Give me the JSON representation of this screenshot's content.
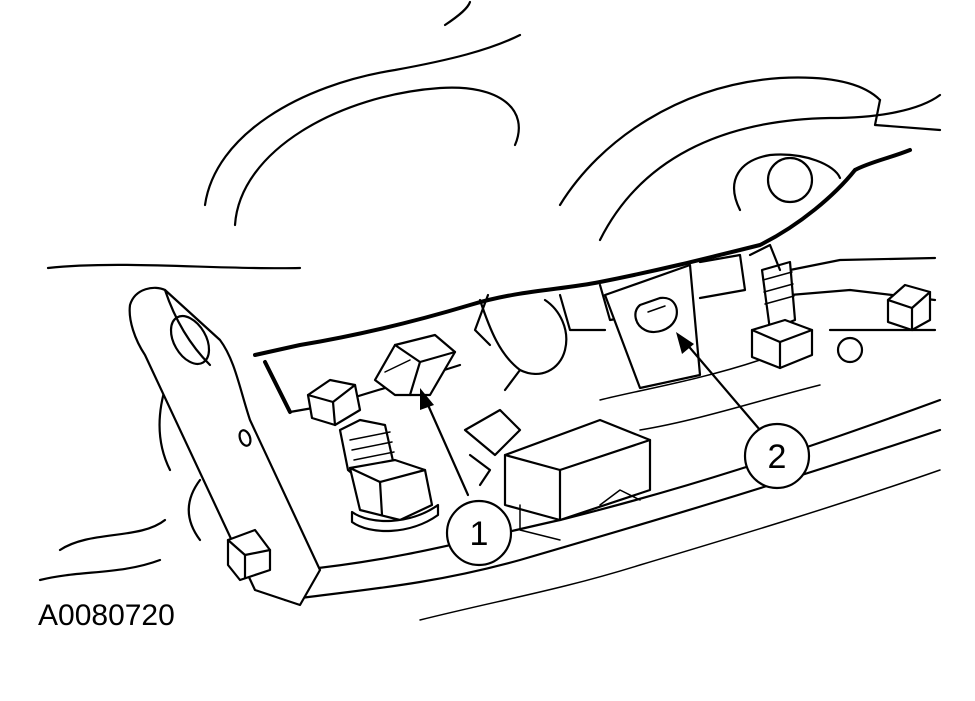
{
  "figure": {
    "id_label": "A0080720"
  },
  "callouts": [
    {
      "number": "1"
    },
    {
      "number": "2"
    }
  ]
}
